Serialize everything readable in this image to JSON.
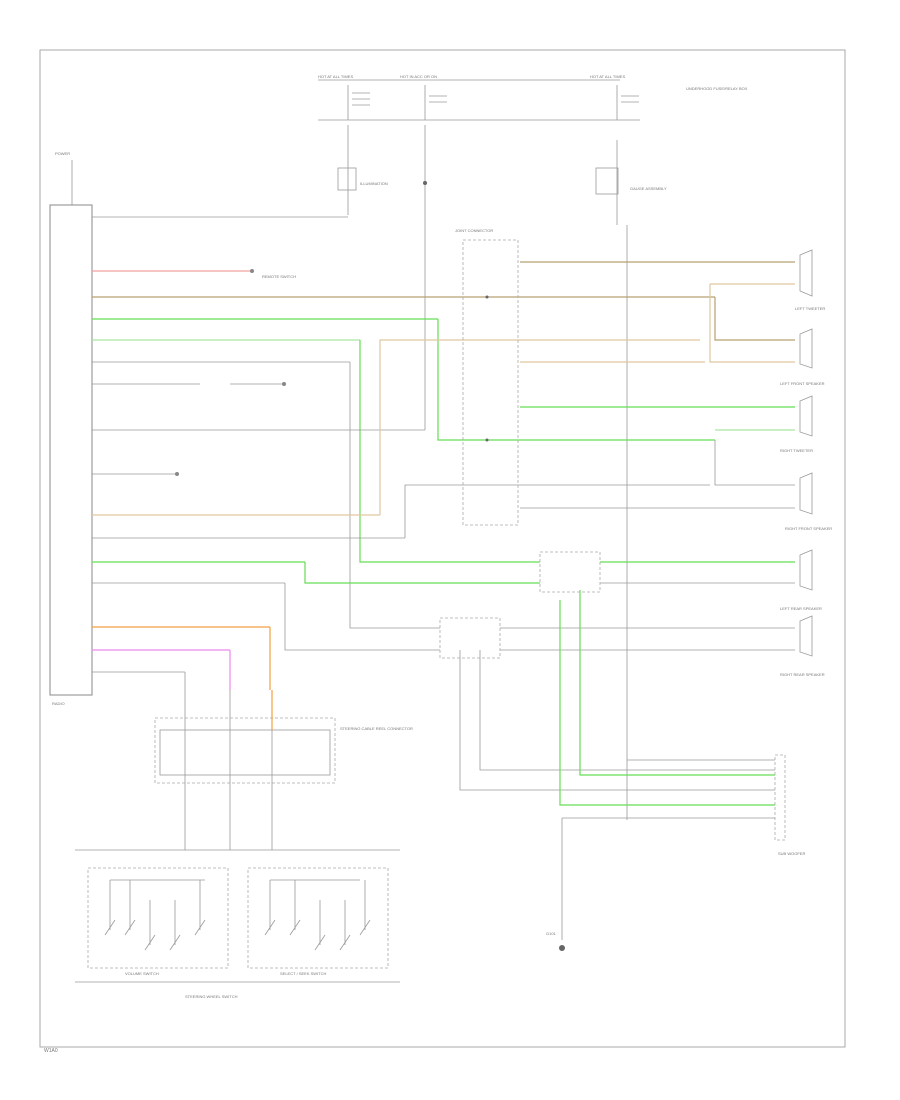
{
  "diagram": {
    "footer_code": "W1A0",
    "radio_label": "RADIO",
    "radio_top_label": "POWER",
    "steering_switch_label": "STEERING WHEEL SWITCH",
    "volume_switch_label": "VOLUME SWITCH",
    "select_switch_label": "SELECT / SEEK SWITCH",
    "cable_reel_label": "STEERING CABLE REEL CONNECTOR",
    "junction_label": "JOINT CONNECTOR",
    "front_left_label": "LEFT TWEETER",
    "front_right_label": "LEFT FRONT SPEAKER",
    "right_tweeter_label": "RIGHT TWEETER",
    "right_front_label": "RIGHT FRONT SPEAKER",
    "left_rear_label": "LEFT REAR SPEAKER",
    "right_rear_label": "RIGHT REAR SPEAKER",
    "subwoofer_label": "SUB WOOFER",
    "ground_label": "G101",
    "hot_label_1": "HOT AT ALL TIMES",
    "hot_label_2": "HOT IN ACC OR ON",
    "hot_label_3": "HOT AT ALL TIMES",
    "fuse_box_label": "UNDERHOOD FUSE/RELAY BOX",
    "illum_label": "ILLUMINATION",
    "gauge_label": "GAUGE ASSEMBLY",
    "remote_label": "REMOTE SWITCH",
    "colors": {
      "red": "#f2a0a0",
      "tan": "#b8a070",
      "green": "#66dd55",
      "light_green": "#a8e8a0",
      "orange": "#f0a040",
      "pink": "#ee88ee",
      "gray": "#888888",
      "dark": "#444444"
    }
  }
}
